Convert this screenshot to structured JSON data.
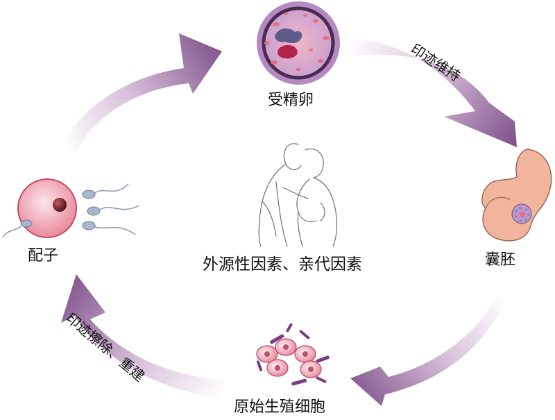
{
  "nodes": {
    "zygote": "受精卵",
    "blastocyst": "囊胚",
    "primordial_germ_cells": "原始生殖细胞",
    "gametes": "配子",
    "center": "外源性因素、亲代因素"
  },
  "arrows": {
    "top_right": "印迹维持",
    "bottom_left": "印迹擦除、重建"
  }
}
